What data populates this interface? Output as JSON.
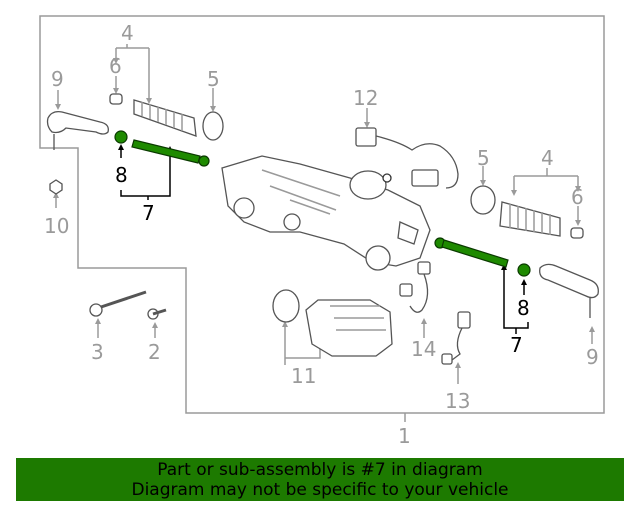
{
  "callouts": [
    {
      "id": "c1",
      "text": "1"
    },
    {
      "id": "c2",
      "text": "2"
    },
    {
      "id": "c3",
      "text": "3"
    },
    {
      "id": "c4a",
      "text": "4"
    },
    {
      "id": "c4b",
      "text": "4"
    },
    {
      "id": "c5a",
      "text": "5"
    },
    {
      "id": "c5b",
      "text": "5"
    },
    {
      "id": "c6a",
      "text": "6"
    },
    {
      "id": "c6b",
      "text": "6"
    },
    {
      "id": "c7a",
      "text": "7"
    },
    {
      "id": "c7b",
      "text": "7"
    },
    {
      "id": "c8a",
      "text": "8"
    },
    {
      "id": "c8b",
      "text": "8"
    },
    {
      "id": "c9a",
      "text": "9"
    },
    {
      "id": "c9b",
      "text": "9"
    },
    {
      "id": "c10",
      "text": "10"
    },
    {
      "id": "c11",
      "text": "11"
    },
    {
      "id": "c12",
      "text": "12"
    },
    {
      "id": "c13",
      "text": "13"
    },
    {
      "id": "c14",
      "text": "14"
    }
  ],
  "highlight_color": "#1d7a00",
  "banner": {
    "line1": "Part or sub-assembly is #7 in diagram",
    "line2": "Diagram may not be specific to your vehicle",
    "background": "#1d7a00"
  }
}
